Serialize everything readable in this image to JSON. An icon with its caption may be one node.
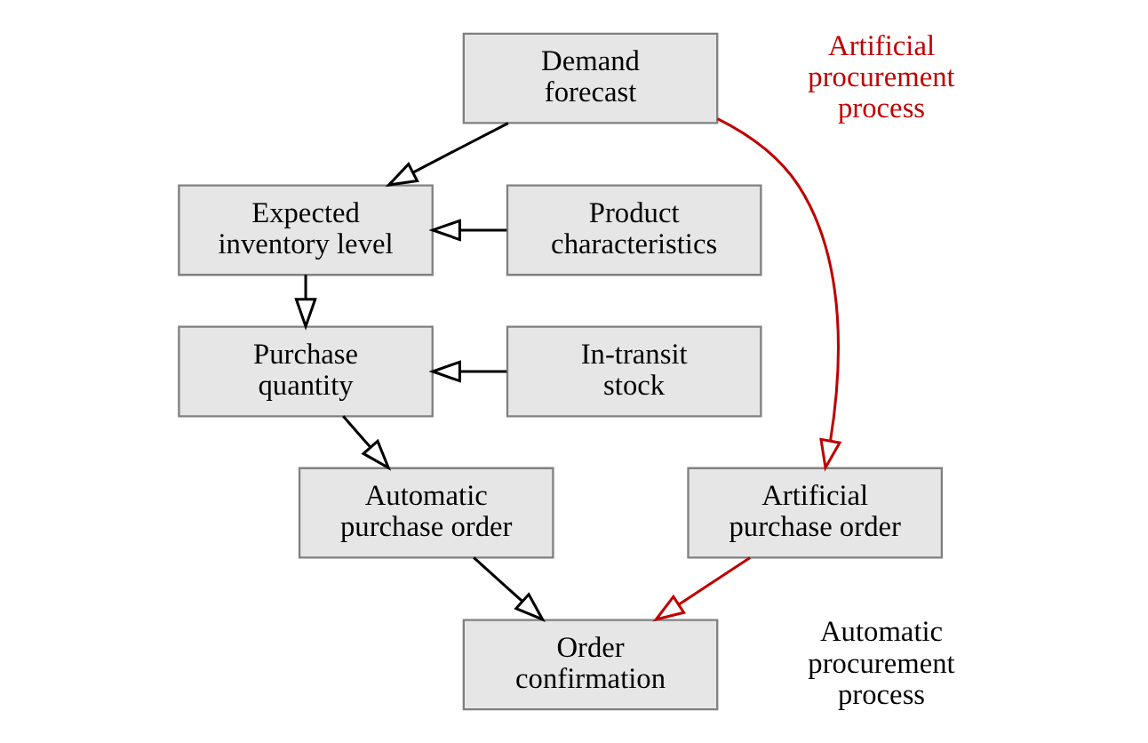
{
  "diagram": {
    "nodes": [
      {
        "text": [
          "Demand forecast"
        ]
      },
      {
        "text": [
          "Product characteristics"
        ]
      },
      {
        "text": [
          "Expected inventory level"
        ]
      },
      {
        "text": [
          "In-transit stock"
        ]
      },
      {
        "text": [
          "Purchase quantity"
        ]
      },
      {
        "text": [
          "Automatic purchase order"
        ]
      },
      {
        "text": [
          "Artificial purchase order"
        ]
      },
      {
        "text": [
          "Order confirmation"
        ]
      }
    ],
    "edges": [
      {
        "from": 0,
        "to": 2,
        "arrow": "to"
      },
      {
        "from": 1,
        "to": 2,
        "arrow": "to"
      },
      {
        "from": 2,
        "to": 4,
        "arrow": "to"
      },
      {
        "from": 3,
        "to": 4,
        "arrow": "to"
      },
      {
        "from": 4,
        "to": 5,
        "arrow": "to"
      },
      {
        "from": 5,
        "to": 7,
        "arrow": "to"
      },
      {
        "from": 0,
        "to": 6,
        "arrow": "to",
        "color": "#c00000"
      },
      {
        "from": 6,
        "to": 7,
        "arrow": "to",
        "color": "#c00000"
      }
    ],
    "labels": [
      "Artificial procurement process",
      "Automatic procurement process"
    ]
  }
}
